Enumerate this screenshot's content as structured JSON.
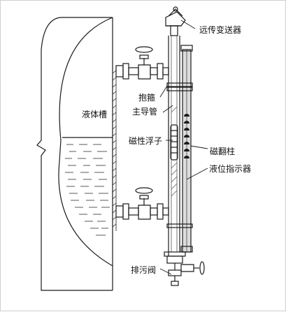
{
  "labels": {
    "transmitter": "远传变送器",
    "hoop": "抱箍",
    "main_tube": "主导管",
    "tank": "液体槽",
    "float": "磁性浮子",
    "flip_column": "磁翻柱",
    "indicator": "液位指示器",
    "drain_valve": "排污阀"
  },
  "colors": {
    "line": "#1a1a1a",
    "hatch": "#5a5a5a",
    "indicator_light": "#dcdcdc",
    "valve_fill": "#ffffff"
  }
}
